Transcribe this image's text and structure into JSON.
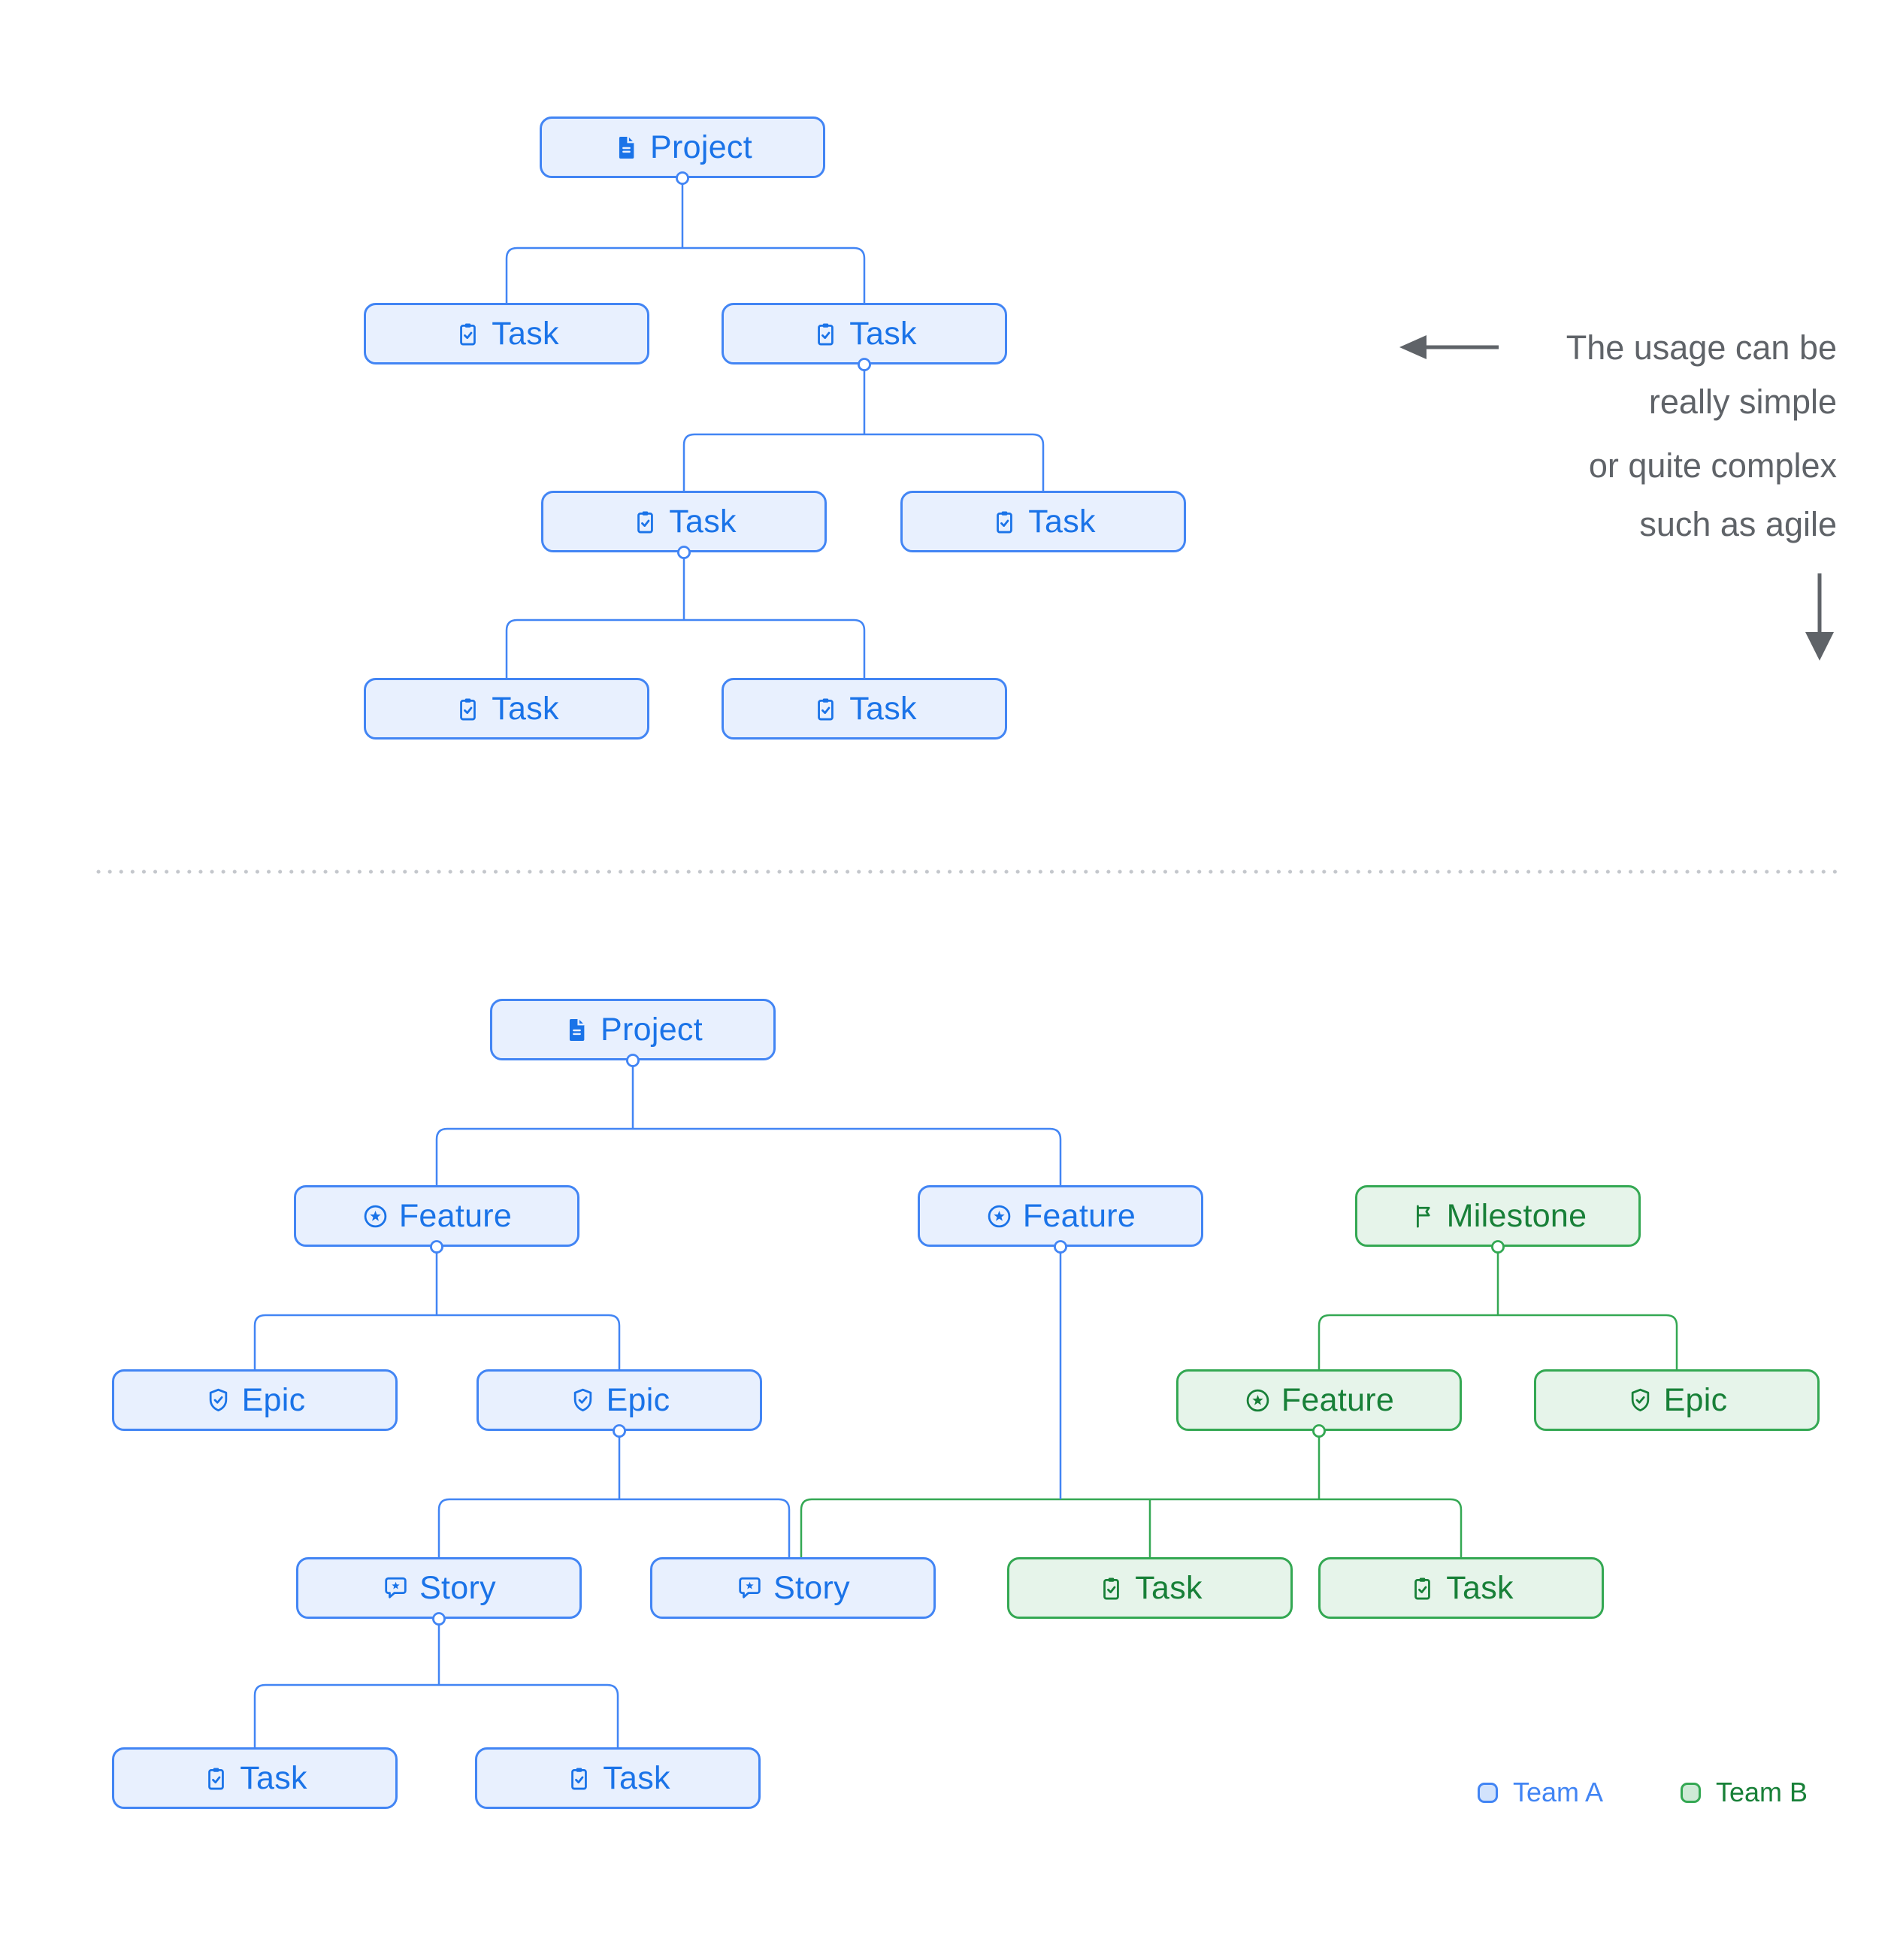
{
  "colors": {
    "team_a": {
      "border": "#4285F4",
      "fill": "#E8F0FE",
      "text": "#1A73E8",
      "legend_text": "#4285F4",
      "swatch_fill": "#D2E3FC"
    },
    "team_b": {
      "border": "#34A853",
      "fill": "#E6F4EA",
      "text": "#188038",
      "legend_text": "#188038",
      "swatch_fill": "#CEEAD6"
    },
    "annotation_text": "#5F6368",
    "divider_dots": "#C4C7CC"
  },
  "annotations": {
    "simple": {
      "lines": [
        "The usage can be",
        "really simple"
      ]
    },
    "complex": {
      "lines": [
        "or quite complex",
        "such as agile"
      ]
    }
  },
  "legend": {
    "items": [
      {
        "id": "team-a",
        "label": "Team A",
        "team": "a"
      },
      {
        "id": "team-b",
        "label": "Team B",
        "team": "b"
      }
    ]
  },
  "diagram_simple": {
    "description": "simple project tree",
    "nodes": [
      {
        "id": "t_project",
        "label": "Project",
        "type": "project",
        "icon": "document-icon",
        "team": "a"
      },
      {
        "id": "t_task1",
        "label": "Task",
        "type": "task",
        "icon": "task-check-icon",
        "team": "a"
      },
      {
        "id": "t_task2",
        "label": "Task",
        "type": "task",
        "icon": "task-check-icon",
        "team": "a"
      },
      {
        "id": "t_task3",
        "label": "Task",
        "type": "task",
        "icon": "task-check-icon",
        "team": "a"
      },
      {
        "id": "t_task4",
        "label": "Task",
        "type": "task",
        "icon": "task-check-icon",
        "team": "a"
      },
      {
        "id": "t_task5",
        "label": "Task",
        "type": "task",
        "icon": "task-check-icon",
        "team": "a"
      },
      {
        "id": "t_task6",
        "label": "Task",
        "type": "task",
        "icon": "task-check-icon",
        "team": "a"
      }
    ],
    "edges": [
      {
        "parent": "t_project",
        "children": [
          "t_task1",
          "t_task2"
        ]
      },
      {
        "parent": "t_task2",
        "children": [
          "t_task3",
          "t_task4"
        ]
      },
      {
        "parent": "t_task3",
        "children": [
          "t_task5",
          "t_task6"
        ]
      }
    ]
  },
  "diagram_agile": {
    "description": "agile project tree with two teams",
    "nodes": [
      {
        "id": "b_project",
        "label": "Project",
        "type": "project",
        "icon": "document-icon",
        "team": "a"
      },
      {
        "id": "b_feature1",
        "label": "Feature",
        "type": "feature",
        "icon": "feature-star-icon",
        "team": "a"
      },
      {
        "id": "b_feature2",
        "label": "Feature",
        "type": "feature",
        "icon": "feature-star-icon",
        "team": "a"
      },
      {
        "id": "b_milestone",
        "label": "Milestone",
        "type": "milestone",
        "icon": "milestone-flag-icon",
        "team": "b"
      },
      {
        "id": "b_epic1",
        "label": "Epic",
        "type": "epic",
        "icon": "epic-shield-icon",
        "team": "a"
      },
      {
        "id": "b_epic2",
        "label": "Epic",
        "type": "epic",
        "icon": "epic-shield-icon",
        "team": "a"
      },
      {
        "id": "b_feature3",
        "label": "Feature",
        "type": "feature",
        "icon": "feature-star-icon",
        "team": "b"
      },
      {
        "id": "b_epic3",
        "label": "Epic",
        "type": "epic",
        "icon": "epic-shield-icon",
        "team": "b"
      },
      {
        "id": "b_story1",
        "label": "Story",
        "type": "story",
        "icon": "story-chat-icon",
        "team": "a"
      },
      {
        "id": "b_story2",
        "label": "Story",
        "type": "story",
        "icon": "story-chat-icon",
        "team": "a"
      },
      {
        "id": "b_taskg1",
        "label": "Task",
        "type": "task",
        "icon": "task-check-icon",
        "team": "b"
      },
      {
        "id": "b_taskg2",
        "label": "Task",
        "type": "task",
        "icon": "task-check-icon",
        "team": "b"
      },
      {
        "id": "b_taskb1",
        "label": "Task",
        "type": "task",
        "icon": "task-check-icon",
        "team": "a"
      },
      {
        "id": "b_taskb2",
        "label": "Task",
        "type": "task",
        "icon": "task-check-icon",
        "team": "a"
      }
    ],
    "edges": [
      {
        "parent": "b_project",
        "children": [
          "b_feature1",
          "b_feature2"
        ]
      },
      {
        "parent": "b_feature1",
        "children": [
          "b_epic1",
          "b_epic2"
        ]
      },
      {
        "parent": "b_milestone",
        "children": [
          "b_feature3",
          "b_epic3"
        ]
      },
      {
        "parent": "b_epic2",
        "children": [
          "b_story1",
          "b_story2"
        ]
      },
      {
        "parent": "b_feature3",
        "children": [
          "b_story2",
          "b_taskg1",
          "b_taskg2"
        ]
      },
      {
        "parent": "b_feature2",
        "children": [],
        "joins_shared_bus": true
      },
      {
        "parent": "b_story1",
        "children": [
          "b_taskb1",
          "b_taskb2"
        ]
      }
    ]
  }
}
